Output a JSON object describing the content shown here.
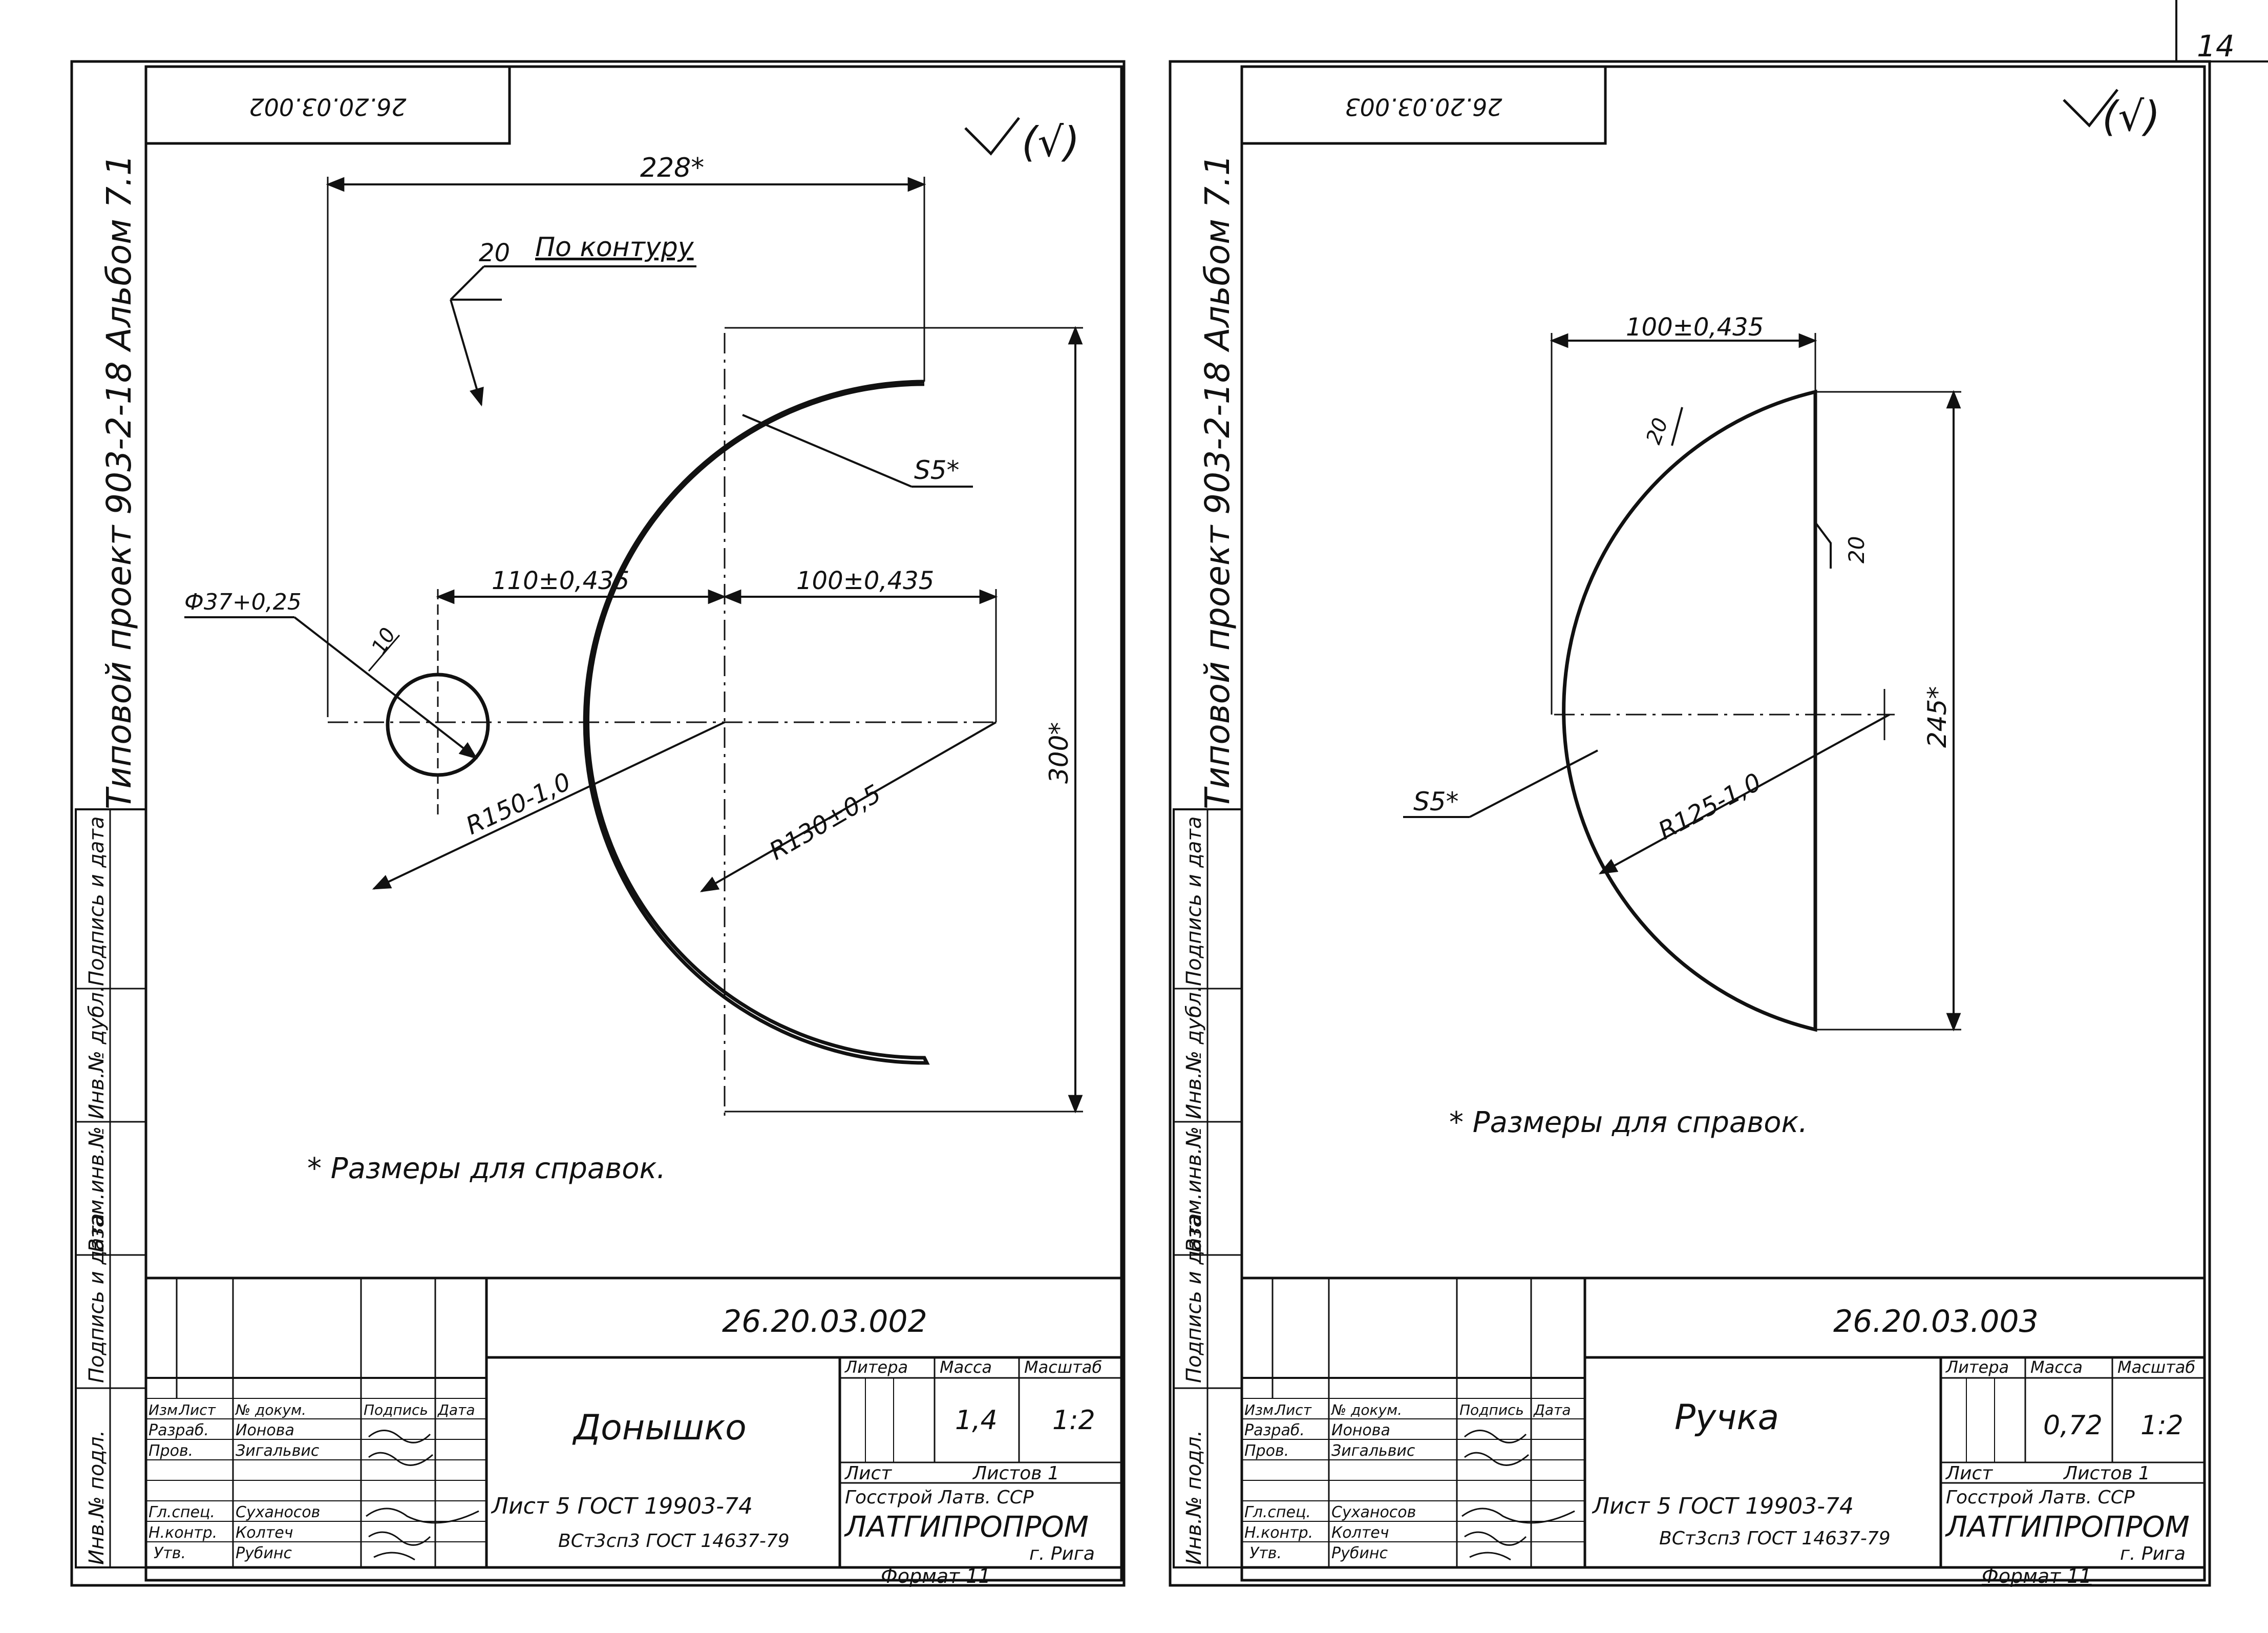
{
  "page_number": "14",
  "sheets": [
    {
      "code_rotated": "26.20.03.002",
      "roughness": "(√)",
      "side_title": "Типовой проект 903-2-18 Альбом 7.1",
      "side_stamps": [
        "Инв.№ подл.",
        "Подпись и дата",
        "Взам.инв.№",
        "Инв.№ дубл.",
        "Подпись и дата"
      ],
      "dimensions": {
        "width_top": "228*",
        "weld": "20",
        "weld_note": "По контуру",
        "s": "S5*",
        "hole": "Ф37+0,25",
        "hole_offset": "10",
        "offset_left": "110±0,435",
        "offset_right": "100±0,435",
        "radius_outer": "R150-1,0",
        "radius_inner": "R130±0,5",
        "height": "300*"
      },
      "note": "* Размеры для справок.",
      "title_block": {
        "code": "26.20.03.002",
        "name": "Донышко",
        "material_top": "Лист  5 ГОСТ 19903-74",
        "material_bottom": "ВСт3сп3 ГОСТ 14637-79",
        "hdr_litera": "Литера",
        "hdr_massa": "Масса",
        "hdr_masshtab": "Масштаб",
        "massa": "1,4",
        "masshtab": "1:2",
        "list": "Лист",
        "listov": "Листов 1",
        "org1": "Госстрой Латв. ССР",
        "org2": "ЛАТГИПРОПРОМ",
        "org3": "г. Рига",
        "format": "Формат 11",
        "col_headers": [
          "Изм.",
          "Лист",
          "№ докум.",
          "Подпись",
          "Дата"
        ],
        "rows": [
          {
            "role": "Разраб.",
            "name": "Ионова"
          },
          {
            "role": "Пров.",
            "name": "Зигальвис"
          },
          {
            "role": "",
            "name": ""
          },
          {
            "role": "Гл.спец.",
            "name": "Суханосов"
          },
          {
            "role": "Н.контр.",
            "name": "Колтеч"
          },
          {
            "role": "Утв.",
            "name": "Рубинс"
          }
        ]
      }
    },
    {
      "code_rotated": "26.20.03.003",
      "roughness": "(√)",
      "side_title": "Типовой проект 903-2-18 Альбом 7.1",
      "side_stamps": [
        "Инв.№ подл.",
        "Подпись и дата",
        "Взам.инв.№",
        "Инв.№ дубл.",
        "Подпись и дата"
      ],
      "dimensions": {
        "width_top": "100±0,435",
        "weld": "20",
        "weld_side": "20",
        "s": "S5*",
        "radius": "R125-1,0",
        "height": "245*"
      },
      "note": "* Размеры для справок.",
      "title_block": {
        "code": "26.20.03.003",
        "name": "Ручка",
        "material_top": "Лист  5 ГОСТ 19903-74",
        "material_bottom": "ВСт3сп3 ГОСТ 14637-79",
        "hdr_litera": "Литера",
        "hdr_massa": "Масса",
        "hdr_masshtab": "Масштаб",
        "massa": "0,72",
        "masshtab": "1:2",
        "list": "Лист",
        "listov": "Листов 1",
        "org1": "Госстрой Латв. ССР",
        "org2": "ЛАТГИПРОПРОМ",
        "org3": "г. Рига",
        "format": "Формат 11",
        "col_headers": [
          "Изм.",
          "Лист",
          "№ докум.",
          "Подпись",
          "Дата"
        ],
        "rows": [
          {
            "role": "Разраб.",
            "name": "Ионова"
          },
          {
            "role": "Пров.",
            "name": "Зигальвис"
          },
          {
            "role": "",
            "name": ""
          },
          {
            "role": "Гл.спец.",
            "name": "Суханосов"
          },
          {
            "role": "Н.контр.",
            "name": "Колтеч"
          },
          {
            "role": "Утв.",
            "name": "Рубинс"
          }
        ]
      }
    }
  ]
}
